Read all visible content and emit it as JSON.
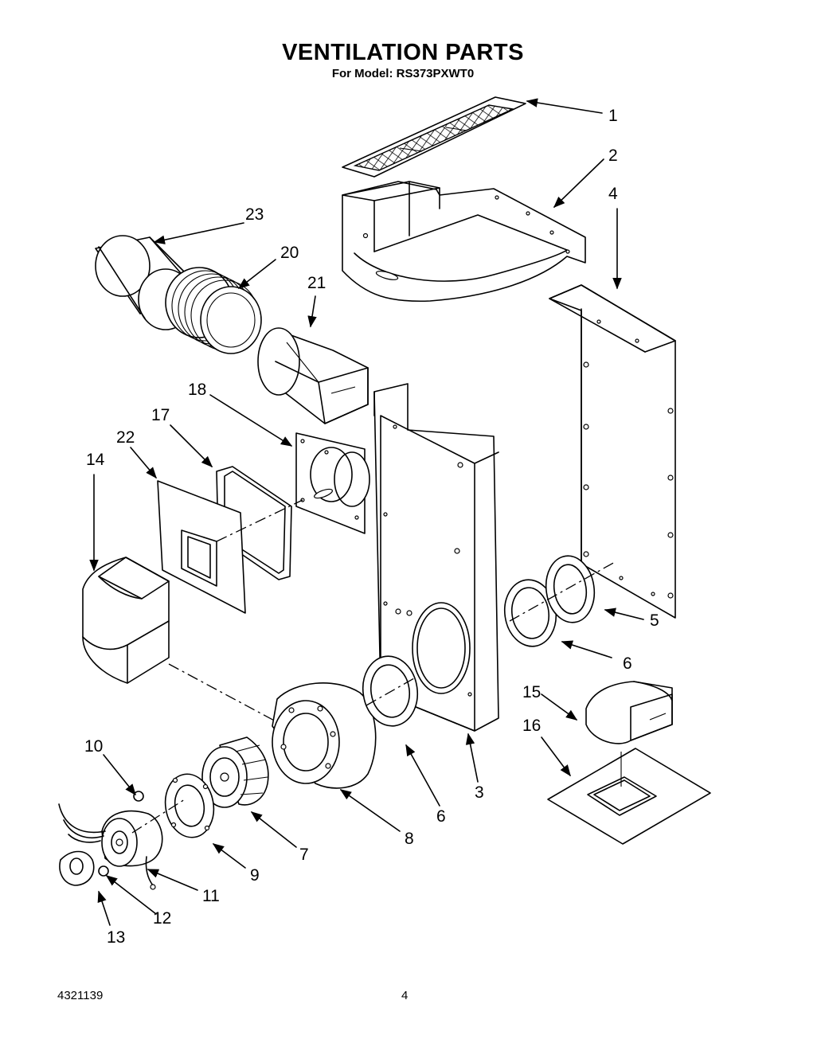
{
  "header": {
    "title": "VENTILATION PARTS",
    "subtitle": "For Model: RS373PXWT0"
  },
  "footer": {
    "doc_number": "4321139",
    "page_number": "4"
  },
  "callouts": [
    "1",
    "2",
    "3",
    "4",
    "5",
    "6",
    "6",
    "7",
    "8",
    "9",
    "10",
    "11",
    "12",
    "13",
    "14",
    "15",
    "16",
    "17",
    "18",
    "20",
    "21",
    "22",
    "23"
  ]
}
